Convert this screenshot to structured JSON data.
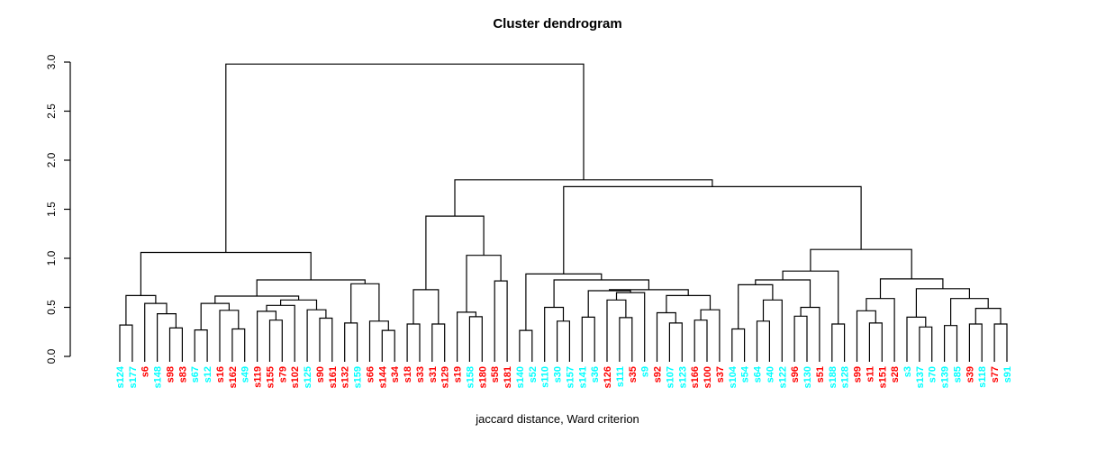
{
  "chart_data": {
    "type": "dendrogram",
    "title": "Cluster dendrogram",
    "xlabel": "jaccard distance, Ward criterion",
    "ylabel": "",
    "ylim": [
      0,
      3
    ],
    "yticks": [
      0.0,
      0.5,
      1.0,
      1.5,
      2.0,
      2.5,
      3.0
    ],
    "ytick_labels": [
      "0.0",
      "0.5",
      "1.0",
      "1.5",
      "2.0",
      "2.5",
      "3.0"
    ],
    "grid": false,
    "legend": null,
    "line_color": "#000000",
    "label_colors": {
      "red": "#ff0000",
      "cyan": "#00ffff"
    },
    "leaves": [
      {
        "label": "s124",
        "color": "cyan"
      },
      {
        "label": "s177",
        "color": "cyan"
      },
      {
        "label": "s6",
        "color": "red"
      },
      {
        "label": "s148",
        "color": "cyan"
      },
      {
        "label": "s98",
        "color": "red"
      },
      {
        "label": "s83",
        "color": "red"
      },
      {
        "label": "s67",
        "color": "cyan"
      },
      {
        "label": "s12",
        "color": "cyan"
      },
      {
        "label": "s16",
        "color": "red"
      },
      {
        "label": "s162",
        "color": "red"
      },
      {
        "label": "s49",
        "color": "cyan"
      },
      {
        "label": "s119",
        "color": "red"
      },
      {
        "label": "s155",
        "color": "red"
      },
      {
        "label": "s79",
        "color": "red"
      },
      {
        "label": "s102",
        "color": "red"
      },
      {
        "label": "s125",
        "color": "cyan"
      },
      {
        "label": "s90",
        "color": "red"
      },
      {
        "label": "s161",
        "color": "red"
      },
      {
        "label": "s132",
        "color": "red"
      },
      {
        "label": "s159",
        "color": "cyan"
      },
      {
        "label": "s66",
        "color": "red"
      },
      {
        "label": "s144",
        "color": "red"
      },
      {
        "label": "s34",
        "color": "red"
      },
      {
        "label": "s18",
        "color": "red"
      },
      {
        "label": "s33",
        "color": "red"
      },
      {
        "label": "s31",
        "color": "red"
      },
      {
        "label": "s129",
        "color": "red"
      },
      {
        "label": "s19",
        "color": "red"
      },
      {
        "label": "s158",
        "color": "cyan"
      },
      {
        "label": "s180",
        "color": "red"
      },
      {
        "label": "s58",
        "color": "red"
      },
      {
        "label": "s181",
        "color": "red"
      },
      {
        "label": "s140",
        "color": "cyan"
      },
      {
        "label": "s52",
        "color": "cyan"
      },
      {
        "label": "s110",
        "color": "cyan"
      },
      {
        "label": "s30",
        "color": "cyan"
      },
      {
        "label": "s157",
        "color": "cyan"
      },
      {
        "label": "s141",
        "color": "cyan"
      },
      {
        "label": "s36",
        "color": "cyan"
      },
      {
        "label": "s126",
        "color": "red"
      },
      {
        "label": "s111",
        "color": "cyan"
      },
      {
        "label": "s35",
        "color": "red"
      },
      {
        "label": "s9",
        "color": "cyan"
      },
      {
        "label": "s92",
        "color": "red"
      },
      {
        "label": "s107",
        "color": "cyan"
      },
      {
        "label": "s123",
        "color": "cyan"
      },
      {
        "label": "s166",
        "color": "red"
      },
      {
        "label": "s100",
        "color": "red"
      },
      {
        "label": "s37",
        "color": "red"
      },
      {
        "label": "s104",
        "color": "cyan"
      },
      {
        "label": "s54",
        "color": "cyan"
      },
      {
        "label": "s64",
        "color": "cyan"
      },
      {
        "label": "s40",
        "color": "cyan"
      },
      {
        "label": "s122",
        "color": "cyan"
      },
      {
        "label": "s96",
        "color": "red"
      },
      {
        "label": "s130",
        "color": "cyan"
      },
      {
        "label": "s51",
        "color": "red"
      },
      {
        "label": "s188",
        "color": "cyan"
      },
      {
        "label": "s128",
        "color": "cyan"
      },
      {
        "label": "s99",
        "color": "red"
      },
      {
        "label": "s11",
        "color": "red"
      },
      {
        "label": "s151",
        "color": "red"
      },
      {
        "label": "s28",
        "color": "red"
      },
      {
        "label": "s3",
        "color": "cyan"
      },
      {
        "label": "s137",
        "color": "cyan"
      },
      {
        "label": "s70",
        "color": "cyan"
      },
      {
        "label": "s139",
        "color": "cyan"
      },
      {
        "label": "s85",
        "color": "cyan"
      },
      {
        "label": "s39",
        "color": "red"
      },
      {
        "label": "s118",
        "color": "cyan"
      },
      {
        "label": "s77",
        "color": "red"
      },
      {
        "label": "s91",
        "color": "cyan"
      }
    ],
    "tree": {
      "h": 2.98,
      "c": [
        {
          "h": 1.06,
          "c": [
            {
              "h": 0.62,
              "c": [
                {
                  "h": 0.32,
                  "c": [
                    0,
                    1
                  ]
                },
                {
                  "h": 0.54,
                  "c": [
                    2,
                    {
                      "h": 0.435,
                      "c": [
                        3,
                        {
                          "h": 0.29,
                          "c": [
                            4,
                            5
                          ]
                        }
                      ]
                    }
                  ]
                }
              ]
            },
            {
              "h": 0.78,
              "c": [
                {
                  "h": 0.615,
                  "c": [
                    {
                      "h": 0.54,
                      "c": [
                        {
                          "h": 0.27,
                          "c": [
                            6,
                            7
                          ]
                        },
                        {
                          "h": 0.47,
                          "c": [
                            8,
                            {
                              "h": 0.28,
                              "c": [
                                9,
                                10
                              ]
                            }
                          ]
                        }
                      ]
                    },
                    {
                      "h": 0.575,
                      "c": [
                        {
                          "h": 0.52,
                          "c": [
                            {
                              "h": 0.46,
                              "c": [
                                11,
                                {
                                  "h": 0.37,
                                  "c": [
                                    12,
                                    13
                                  ]
                                }
                              ]
                            },
                            14
                          ]
                        },
                        {
                          "h": 0.475,
                          "c": [
                            15,
                            {
                              "h": 0.39,
                              "c": [
                                16,
                                17
                              ]
                            }
                          ]
                        }
                      ]
                    }
                  ]
                },
                {
                  "h": 0.74,
                  "c": [
                    {
                      "h": 0.34,
                      "c": [
                        18,
                        19
                      ]
                    },
                    {
                      "h": 0.36,
                      "c": [
                        20,
                        {
                          "h": 0.265,
                          "c": [
                            21,
                            22
                          ]
                        }
                      ]
                    }
                  ]
                }
              ]
            }
          ]
        },
        {
          "h": 1.8,
          "c": [
            {
              "h": 1.43,
              "c": [
                {
                  "h": 0.68,
                  "c": [
                    {
                      "h": 0.33,
                      "c": [
                        23,
                        24
                      ]
                    },
                    {
                      "h": 0.33,
                      "c": [
                        25,
                        26
                      ]
                    }
                  ]
                },
                {
                  "h": 1.03,
                  "c": [
                    {
                      "h": 0.45,
                      "c": [
                        27,
                        {
                          "h": 0.405,
                          "c": [
                            28,
                            29
                          ]
                        }
                      ]
                    },
                    {
                      "h": 0.77,
                      "c": [
                        30,
                        31
                      ]
                    }
                  ]
                }
              ]
            },
            {
              "h": 1.73,
              "c": [
                {
                  "h": 0.84,
                  "c": [
                    {
                      "h": 0.265,
                      "c": [
                        32,
                        33
                      ]
                    },
                    {
                      "h": 0.78,
                      "c": [
                        {
                          "h": 0.5,
                          "c": [
                            34,
                            {
                              "h": 0.36,
                              "c": [
                                35,
                                36
                              ]
                            }
                          ]
                        },
                        {
                          "h": 0.68,
                          "c": [
                            {
                              "h": 0.67,
                              "c": [
                                {
                                  "h": 0.4,
                                  "c": [
                                    37,
                                    38
                                  ]
                                },
                                {
                                  "h": 0.65,
                                  "c": [
                                    {
                                      "h": 0.575,
                                      "c": [
                                        39,
                                        {
                                          "h": 0.395,
                                          "c": [
                                            40,
                                            41
                                          ]
                                        }
                                      ]
                                    },
                                    42
                                  ]
                                }
                              ]
                            },
                            {
                              "h": 0.62,
                              "c": [
                                {
                                  "h": 0.445,
                                  "c": [
                                    43,
                                    {
                                      "h": 0.34,
                                      "c": [
                                        44,
                                        45
                                      ]
                                    }
                                  ]
                                },
                                {
                                  "h": 0.475,
                                  "c": [
                                    {
                                      "h": 0.37,
                                      "c": [
                                        46,
                                        47
                                      ]
                                    },
                                    48
                                  ]
                                }
                              ]
                            }
                          ]
                        }
                      ]
                    }
                  ]
                },
                {
                  "h": 1.09,
                  "c": [
                    {
                      "h": 0.87,
                      "c": [
                        {
                          "h": 0.78,
                          "c": [
                            {
                              "h": 0.73,
                              "c": [
                                {
                                  "h": 0.28,
                                  "c": [
                                    49,
                                    50
                                  ]
                                },
                                {
                                  "h": 0.575,
                                  "c": [
                                    {
                                      "h": 0.36,
                                      "c": [
                                        51,
                                        52
                                      ]
                                    },
                                    53
                                  ]
                                }
                              ]
                            },
                            {
                              "h": 0.5,
                              "c": [
                                {
                                  "h": 0.41,
                                  "c": [
                                    54,
                                    55
                                  ]
                                },
                                56
                              ]
                            }
                          ]
                        },
                        {
                          "h": 0.33,
                          "c": [
                            57,
                            58
                          ]
                        }
                      ]
                    },
                    {
                      "h": 0.79,
                      "c": [
                        {
                          "h": 0.59,
                          "c": [
                            {
                              "h": 0.465,
                              "c": [
                                59,
                                {
                                  "h": 0.34,
                                  "c": [
                                    60,
                                    61
                                  ]
                                }
                              ]
                            },
                            62
                          ]
                        },
                        {
                          "h": 0.69,
                          "c": [
                            {
                              "h": 0.4,
                              "c": [
                                63,
                                {
                                  "h": 0.3,
                                  "c": [
                                    64,
                                    65
                                  ]
                                }
                              ]
                            },
                            {
                              "h": 0.59,
                              "c": [
                                {
                                  "h": 0.315,
                                  "c": [
                                    66,
                                    67
                                  ]
                                },
                                {
                                  "h": 0.49,
                                  "c": [
                                    {
                                      "h": 0.33,
                                      "c": [
                                        68,
                                        69
                                      ]
                                    },
                                    {
                                      "h": 0.33,
                                      "c": [
                                        70,
                                        71
                                      ]
                                    }
                                  ]
                                }
                              ]
                            }
                          ]
                        }
                      ]
                    }
                  ]
                }
              ]
            }
          ]
        }
      ]
    }
  }
}
